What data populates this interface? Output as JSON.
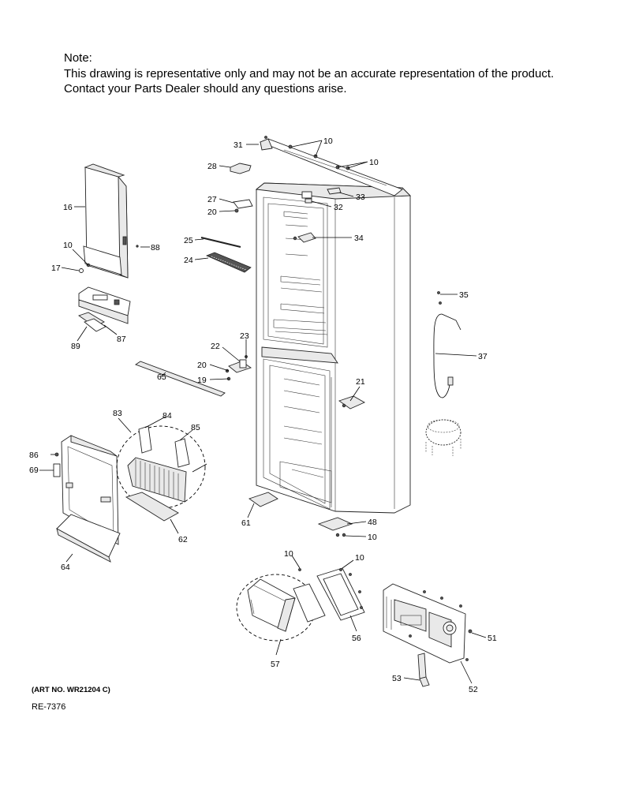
{
  "note": {
    "heading": "Note:",
    "line1": "This drawing is representative only and may not be an accurate representation of the product.",
    "line2": "Contact your Parts Dealer should any questions arise."
  },
  "art_no": "(ART NO. WR21204 C)",
  "re_no": "RE-7376",
  "callouts": [
    {
      "id": "c31",
      "text": "31"
    },
    {
      "id": "c10a",
      "text": "10"
    },
    {
      "id": "c10b",
      "text": "10"
    },
    {
      "id": "c28",
      "text": "28"
    },
    {
      "id": "c33",
      "text": "33"
    },
    {
      "id": "c27",
      "text": "27"
    },
    {
      "id": "c32",
      "text": "32"
    },
    {
      "id": "c20a",
      "text": "20"
    },
    {
      "id": "c34",
      "text": "34"
    },
    {
      "id": "c25",
      "text": "25"
    },
    {
      "id": "c24",
      "text": "24"
    },
    {
      "id": "c16",
      "text": "16"
    },
    {
      "id": "c10c",
      "text": "10"
    },
    {
      "id": "c88",
      "text": "88"
    },
    {
      "id": "c17",
      "text": "17"
    },
    {
      "id": "c89",
      "text": "89"
    },
    {
      "id": "c87",
      "text": "87"
    },
    {
      "id": "c35",
      "text": "35"
    },
    {
      "id": "c37",
      "text": "37"
    },
    {
      "id": "c23",
      "text": "23"
    },
    {
      "id": "c22",
      "text": "22"
    },
    {
      "id": "c20b",
      "text": "20"
    },
    {
      "id": "c19",
      "text": "19"
    },
    {
      "id": "c21",
      "text": "21"
    },
    {
      "id": "c65",
      "text": "65"
    },
    {
      "id": "c83",
      "text": "83"
    },
    {
      "id": "c84",
      "text": "84"
    },
    {
      "id": "c85",
      "text": "85"
    },
    {
      "id": "c86",
      "text": "86"
    },
    {
      "id": "c69",
      "text": "69"
    },
    {
      "id": "c62",
      "text": "62"
    },
    {
      "id": "c64",
      "text": "64"
    },
    {
      "id": "c61",
      "text": "61"
    },
    {
      "id": "c48",
      "text": "48"
    },
    {
      "id": "c10d",
      "text": "10"
    },
    {
      "id": "c10e",
      "text": "10"
    },
    {
      "id": "c10f",
      "text": "10"
    },
    {
      "id": "c56",
      "text": "56"
    },
    {
      "id": "c51",
      "text": "51"
    },
    {
      "id": "c57",
      "text": "57"
    },
    {
      "id": "c53",
      "text": "53"
    },
    {
      "id": "c52",
      "text": "52"
    }
  ]
}
